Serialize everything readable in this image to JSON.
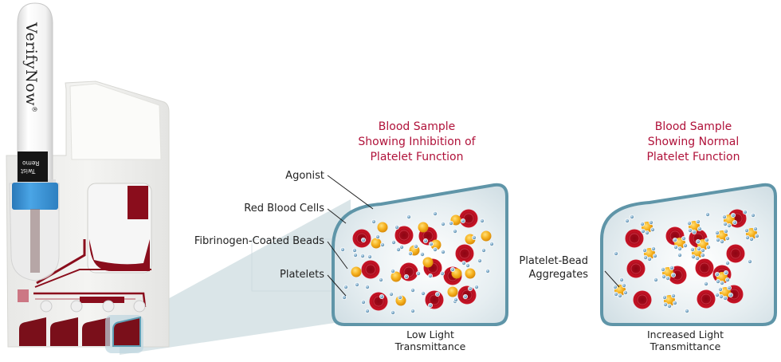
{
  "device": {
    "brand": "VerifyNow",
    "brand_mark": "®",
    "tube_band_lines": [
      "Twist",
      "Remo"
    ],
    "colors": {
      "blood": "#7a0f1a",
      "cap": "#3a8fd0",
      "highlight": "#5f9db3"
    }
  },
  "panels": [
    {
      "id": "inhibition",
      "title_lines": [
        "Blood Sample",
        "Showing Inhibition of",
        "Platelet Function"
      ],
      "caption_lines": [
        "Low Light",
        "Transmittance"
      ],
      "labels": [
        "Agonist",
        "Red Blood Cells",
        "Fibrinogen-Coated Beads",
        "Platelets"
      ]
    },
    {
      "id": "normal",
      "title_lines": [
        "Blood Sample",
        "Showing Normal",
        "Platelet Function"
      ],
      "caption_lines": [
        "Increased Light",
        "Transmittance"
      ],
      "labels": [
        "Platelet-Bead",
        "Aggregates"
      ]
    }
  ],
  "colors": {
    "title": "#b0123a",
    "chamber_border": "#5f95a8",
    "chamber_fill": "#e4ecef",
    "red_blood_cell": "#b10d1f",
    "bead": "#f2a818",
    "platelet": "#6f9fc0"
  }
}
